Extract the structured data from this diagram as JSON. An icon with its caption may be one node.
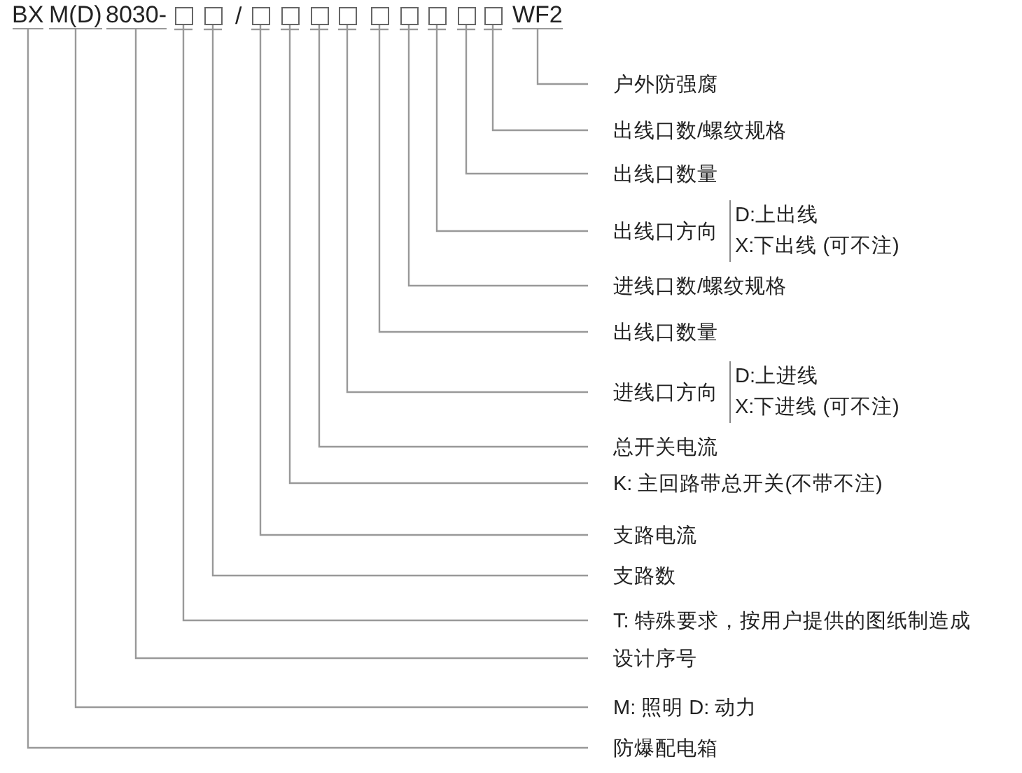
{
  "diagram": {
    "nodes": [
      {
        "text": [
          "BX"
        ]
      },
      {
        "text": [
          "M(D)"
        ]
      },
      {
        "text": [
          "8030-"
        ]
      },
      {
        "text": [],
        "shape": "box"
      },
      {
        "text": [],
        "shape": "box"
      },
      {
        "text": [],
        "shape": "box"
      },
      {
        "text": [],
        "shape": "box"
      },
      {
        "text": [],
        "shape": "box"
      },
      {
        "text": [],
        "shape": "box"
      },
      {
        "text": [],
        "shape": "box"
      },
      {
        "text": [],
        "shape": "box"
      },
      {
        "text": [],
        "shape": "box"
      },
      {
        "text": [],
        "shape": "box"
      },
      {
        "text": [],
        "shape": "box"
      },
      {
        "text": [
          "WF2"
        ]
      },
      {
        "text": [
          "户外防强腐"
        ]
      },
      {
        "text": [
          "出线口数/螺纹规格"
        ]
      },
      {
        "text": [
          "出线口数量"
        ]
      },
      {
        "text": [
          "出线口方向",
          "D:上出线",
          "X:下出线 (可不注)"
        ]
      },
      {
        "text": [
          "进线口数/螺纹规格"
        ]
      },
      {
        "text": [
          "出线口数量"
        ]
      },
      {
        "text": [
          "进线口方向",
          "D:上进线",
          "X:下进线 (可不注)"
        ]
      },
      {
        "text": [
          "总开关电流"
        ]
      },
      {
        "text": [
          "K:  主回路带总开关(不带不注)"
        ]
      },
      {
        "text": [
          "支路电流"
        ]
      },
      {
        "text": [
          "支路数"
        ]
      },
      {
        "text": [
          "T:  特殊要求，按用户提供的图纸制造成"
        ]
      },
      {
        "text": [
          "设计序号"
        ]
      },
      {
        "text": [
          "M: 照明    D: 动力"
        ]
      },
      {
        "text": [
          "防爆配电箱"
        ]
      }
    ],
    "edges": [
      {
        "from": 15,
        "to": 14,
        "arrow": "none"
      },
      {
        "from": 16,
        "to": 13,
        "arrow": "none"
      },
      {
        "from": 17,
        "to": 12,
        "arrow": "none"
      },
      {
        "from": 18,
        "to": 11,
        "arrow": "none"
      },
      {
        "from": 19,
        "to": 10,
        "arrow": "none"
      },
      {
        "from": 20,
        "to": 9,
        "arrow": "none"
      },
      {
        "from": 21,
        "to": 8,
        "arrow": "none"
      },
      {
        "from": 22,
        "to": 7,
        "arrow": "none"
      },
      {
        "from": 23,
        "to": 6,
        "arrow": "none"
      },
      {
        "from": 24,
        "to": 5,
        "arrow": "none"
      },
      {
        "from": 25,
        "to": 4,
        "arrow": "none"
      },
      {
        "from": 26,
        "to": 3,
        "arrow": "none"
      },
      {
        "from": 27,
        "to": 2,
        "arrow": "none"
      },
      {
        "from": 28,
        "to": 1,
        "arrow": "none"
      },
      {
        "from": 29,
        "to": 0,
        "arrow": "none"
      }
    ],
    "labels": [
      "/"
    ]
  }
}
